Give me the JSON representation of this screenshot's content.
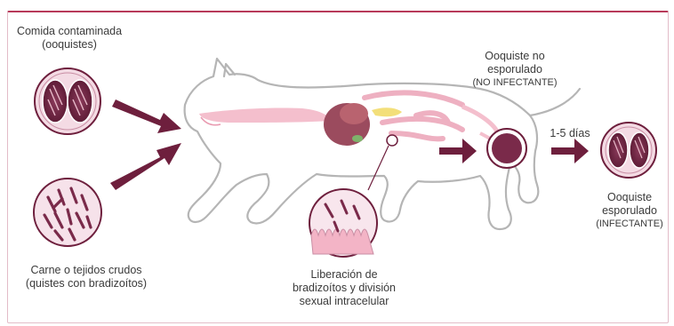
{
  "labels": {
    "contaminated_food": "Comida contaminada",
    "contaminated_food_sub": "(ooquistes)",
    "raw_meat": "Carne o tejidos crudos",
    "raw_meat_sub": "(quistes con bradizoítos)",
    "unsporulated_line1": "Ooquiste no",
    "unsporulated_line2": "esporulado",
    "unsporulated_line3": "(NO INFECTANTE)",
    "days": "1-5 días",
    "sporulated_line1": "Ooquiste",
    "sporulated_line2": "esporulado",
    "sporulated_line3": "(INFECTANTE)",
    "release_line1": "Liberación de",
    "release_line2": "bradizoítos y división",
    "release_line3": "sexual intracelular"
  },
  "colors": {
    "frame": "#b83a5a",
    "arrow": "#6e1f3d",
    "cyst_fill": "#7a2a4a",
    "cyst_ring": "#e9cdd8",
    "body_outline": "#b9b9b9",
    "organ_pink": "#f2b3c4"
  }
}
